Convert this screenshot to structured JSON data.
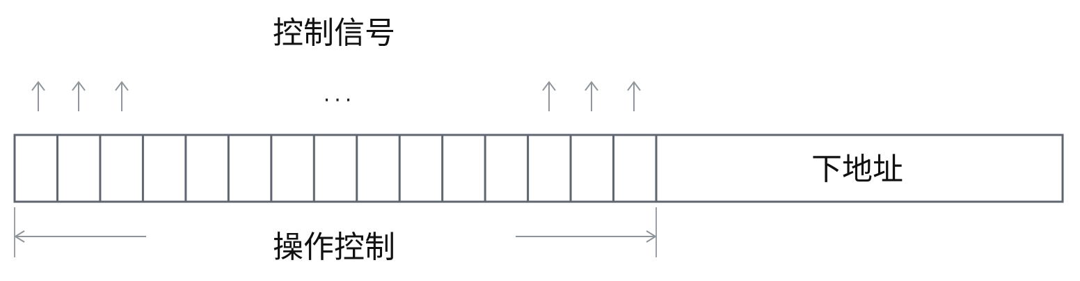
{
  "diagram": {
    "control_signal_label": "控制信号",
    "ellipsis": "···",
    "next_address_label": "下地址",
    "operation_control_label": "操作控制",
    "control_cell_count": 15,
    "colors": {
      "border": "#5f6670",
      "arrow": "#8f959b",
      "text": "#111111"
    }
  }
}
